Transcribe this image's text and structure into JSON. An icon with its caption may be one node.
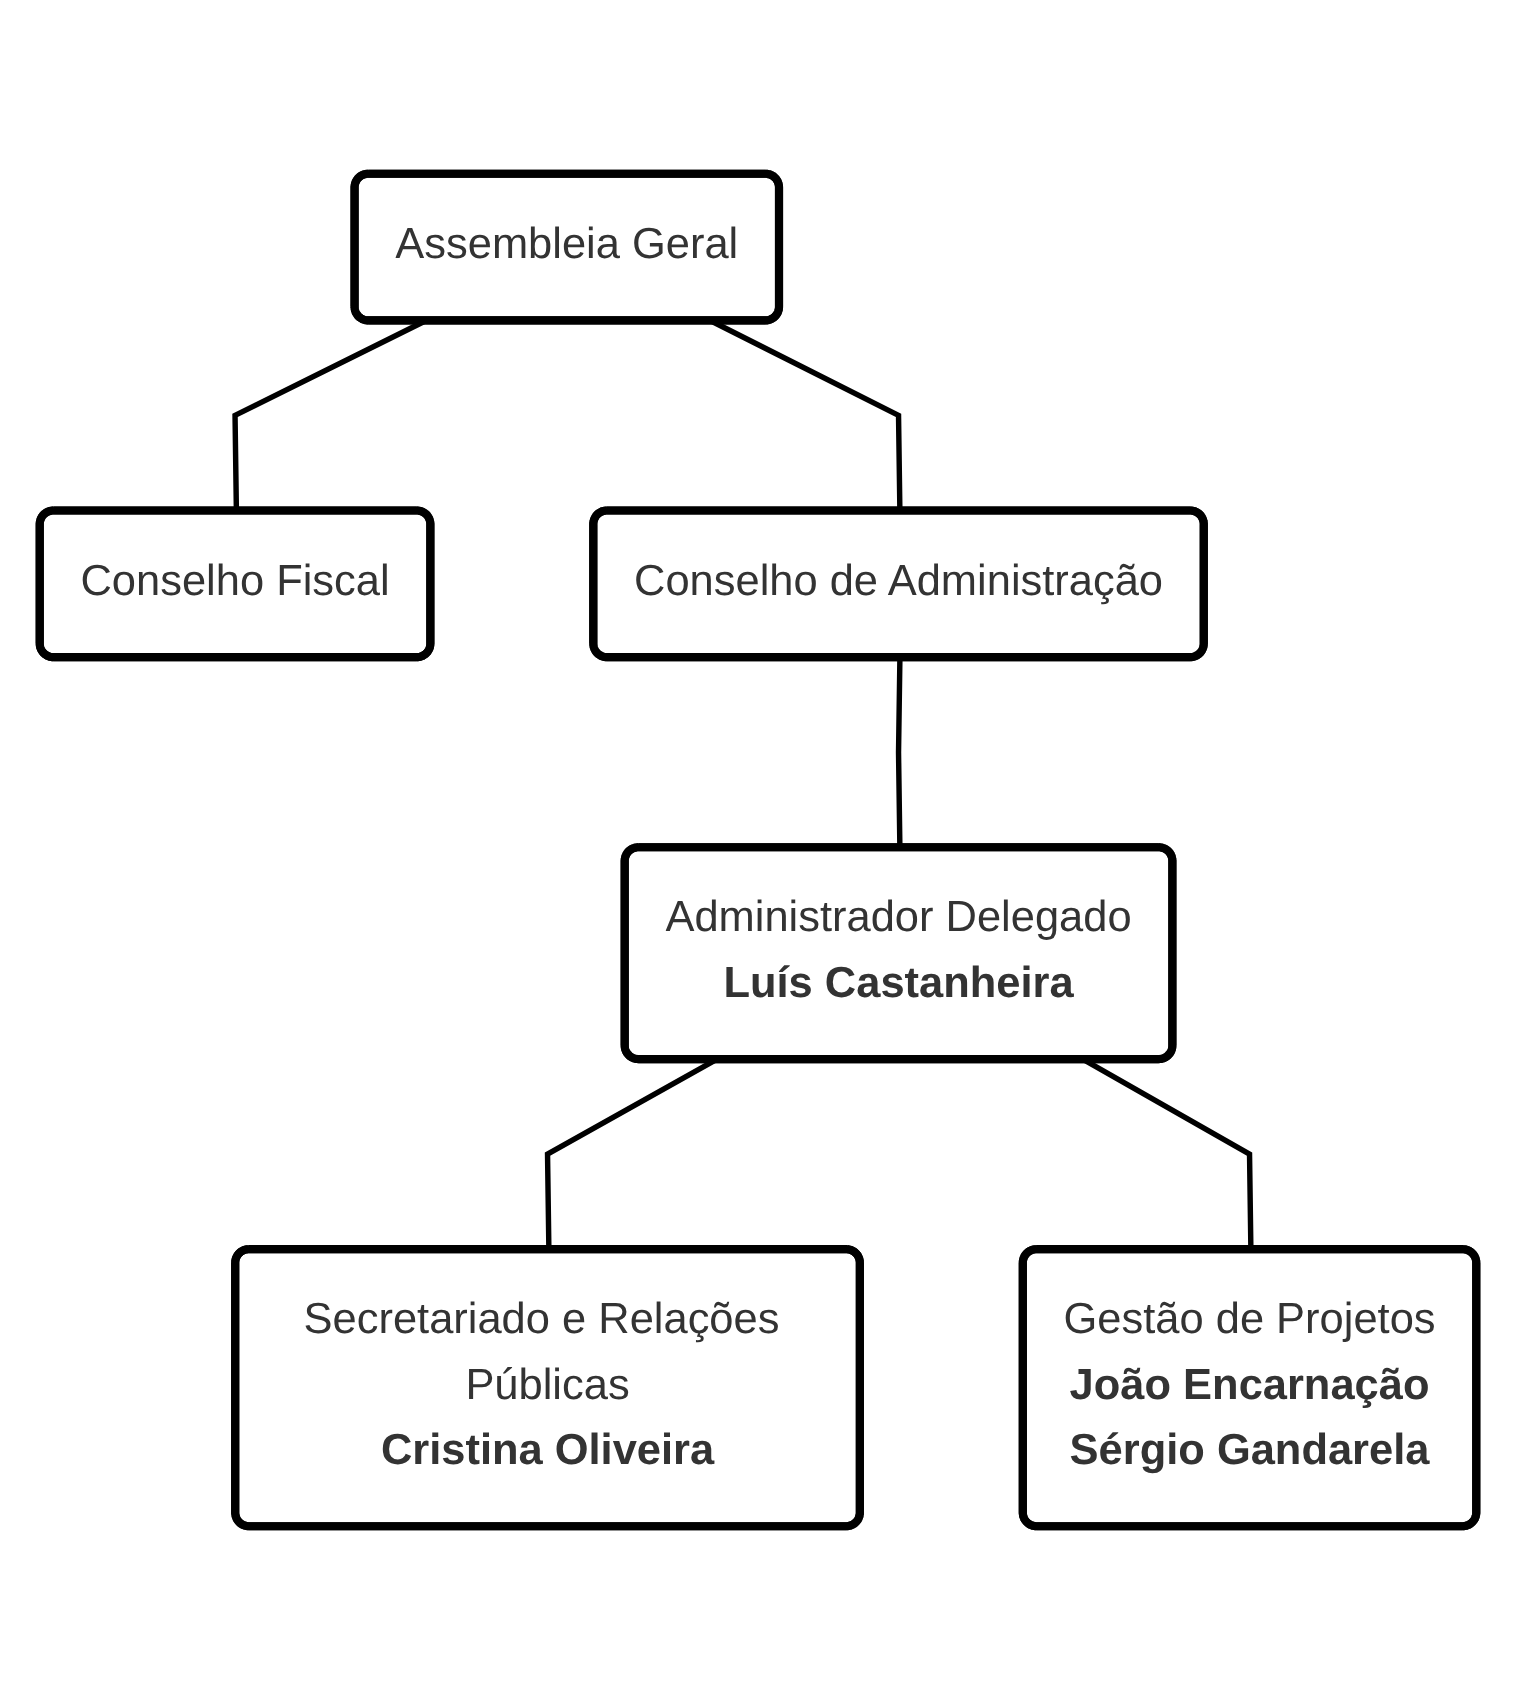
{
  "diagram": {
    "nodes": [
      {
        "text": [
          "Assembleia Geral"
        ]
      },
      {
        "text": [
          "Conselho Fiscal"
        ]
      },
      {
        "text": [
          "Conselho de Administração"
        ]
      },
      {
        "text": [
          "Administrador Delegado",
          "Luís Castanheira"
        ]
      },
      {
        "text": [
          "Secretariado e Relações Públicas",
          "Cristina Oliveira"
        ]
      },
      {
        "text": [
          "Gestão de Projetos",
          "João Encarnação",
          "Sérgio Gandarela"
        ]
      }
    ],
    "edges": [
      {
        "from": 0,
        "to": 1,
        "arrow": "none"
      },
      {
        "from": 0,
        "to": 2,
        "arrow": "none"
      },
      {
        "from": 2,
        "to": 3,
        "arrow": "none"
      },
      {
        "from": 3,
        "to": 4,
        "arrow": "none"
      },
      {
        "from": 3,
        "to": 5,
        "arrow": "none"
      }
    ]
  }
}
